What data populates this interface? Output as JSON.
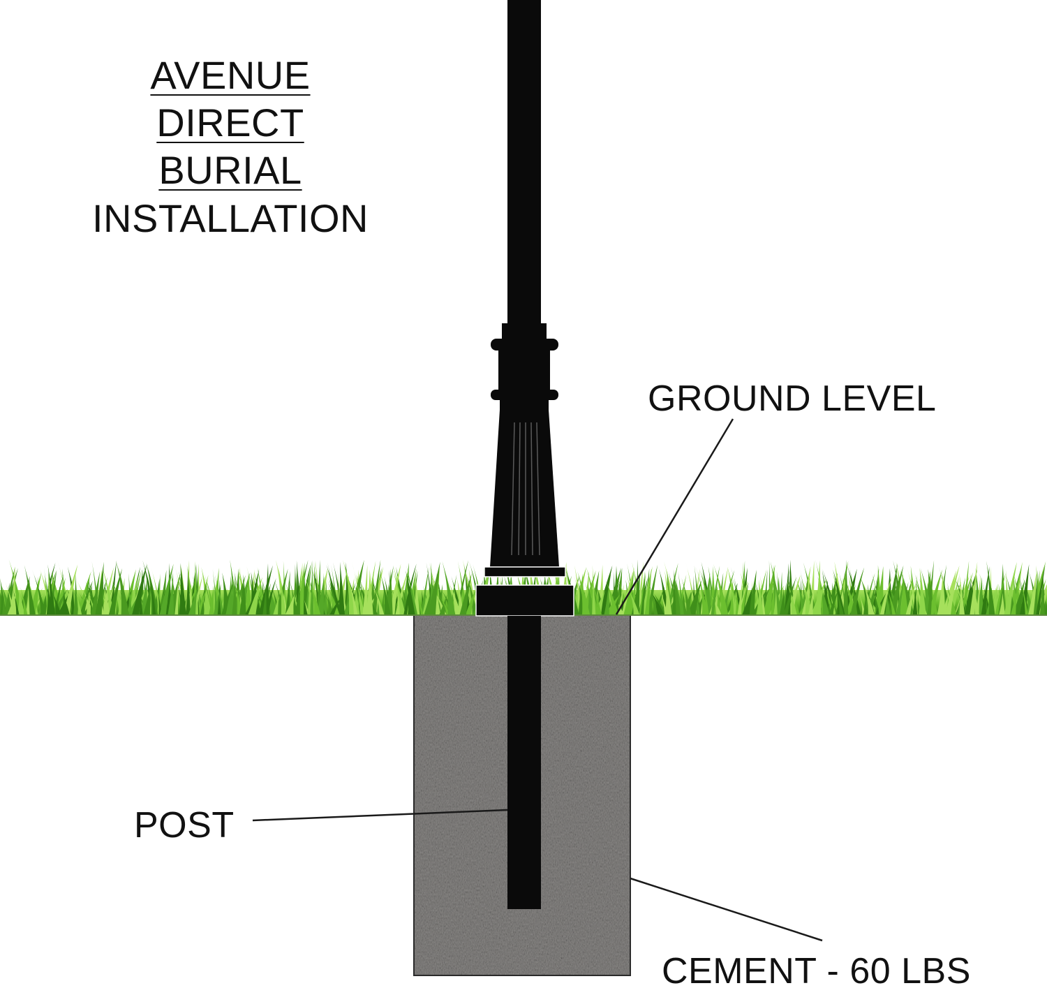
{
  "title": {
    "line1": "AVENUE",
    "line2": "DIRECT",
    "line3": "BURIAL",
    "line4": "INSTALLATION"
  },
  "labels": {
    "ground_level": "GROUND LEVEL",
    "post": "POST",
    "cement": "CEMENT - 60 LBS"
  },
  "colors": {
    "post": "#0a0a0a",
    "grass_dark": "#3f8f1a",
    "grass_light": "#8fd64a",
    "cement": "#8a8886",
    "cement_border": "#2a2a2a",
    "text": "#111111"
  }
}
